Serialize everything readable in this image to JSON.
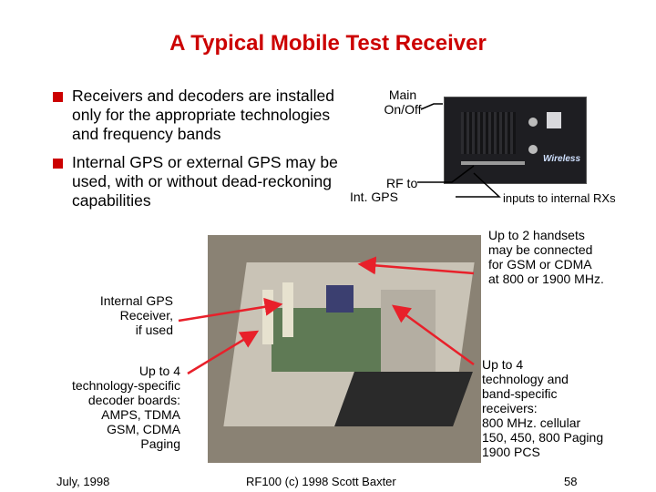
{
  "slide": {
    "title": "A Typical Mobile Test Receiver",
    "bullets": [
      {
        "lines": [
          "Receivers and decoders are installed",
          "only for the appropriate technologies",
          "and frequency bands"
        ]
      },
      {
        "lines": [
          "Internal GPS or external GPS may be",
          "used, with or without dead-reckoning",
          "capabilities"
        ]
      }
    ],
    "callouts": {
      "main_onoff": [
        "Main",
        "On/Off"
      ],
      "rf_to": "RF to",
      "int_gps": "Int. GPS",
      "inputs": "inputs to internal RXs",
      "handsets": [
        "Up to 2 handsets",
        "may be connected",
        "for GSM or CDMA",
        "at 800 or 1900 MHz."
      ],
      "internal_gps": [
        "Internal GPS",
        "Receiver,",
        "if used"
      ],
      "decoders": [
        "Up to 4",
        "technology-specific",
        "decoder boards:",
        "AMPS, TDMA",
        "GSM, CDMA",
        "Paging"
      ],
      "receivers": [
        "Up to 4",
        "technology and",
        "band-specific",
        "receivers:",
        "800 MHz. cellular",
        "150, 450, 800 Paging",
        "1900 PCS"
      ]
    },
    "device_label": "Wireless",
    "footer": {
      "date": "July, 1998",
      "center": "RF100 (c) 1998 Scott Baxter",
      "page": "58"
    }
  },
  "colors": {
    "title": "#cc0000",
    "bullet": "#cc0000",
    "arrow": "#e8202a"
  }
}
